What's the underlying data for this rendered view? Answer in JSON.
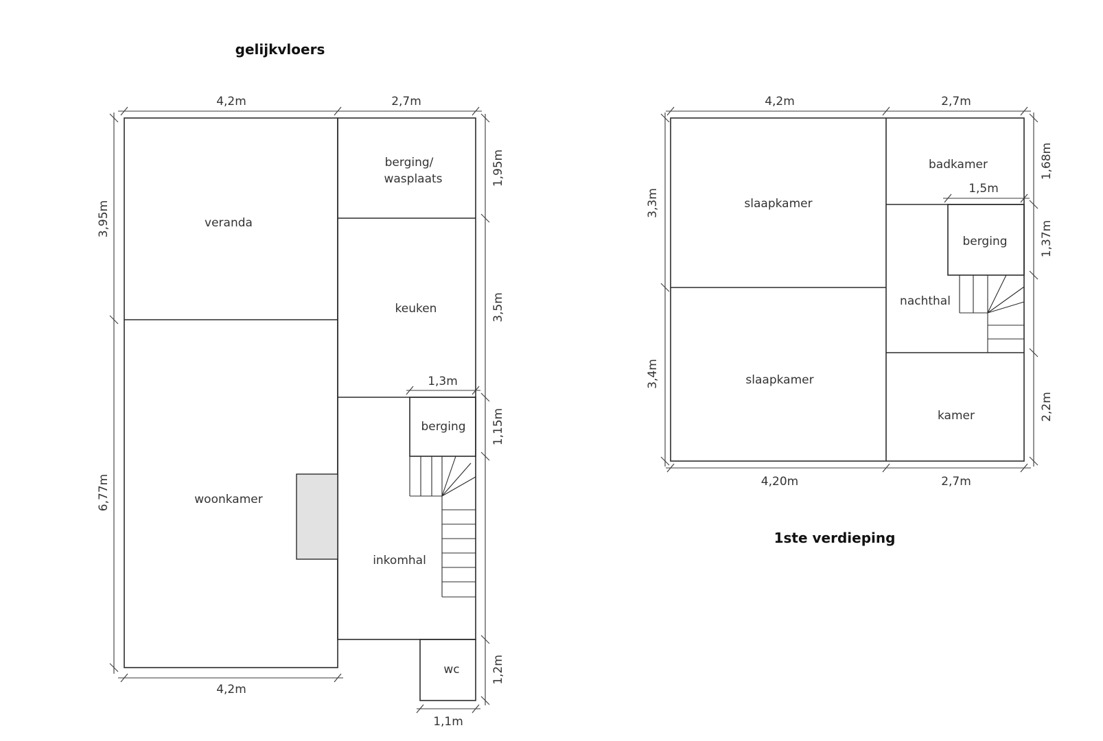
{
  "ground_floor": {
    "title": "gelijkvloers",
    "rooms": {
      "veranda": "veranda",
      "berging_wasplaats_1": "berging/",
      "berging_wasplaats_2": "wasplaats",
      "keuken": "keuken",
      "berging": "berging",
      "woonkamer": "woonkamer",
      "inkomhal": "inkomhal",
      "wc": "wc"
    },
    "dimensions": {
      "top_left": "4,2m",
      "top_right": "2,7m",
      "left_upper": "3,95m",
      "left_lower": "6,77m",
      "right_1": "1,95m",
      "right_2": "3,5m",
      "right_3": "1,15m",
      "right_4": "1,2m",
      "bottom_left": "4,2m",
      "berging_width": "1,3m",
      "wc_width": "1,1m"
    }
  },
  "first_floor": {
    "title": "1ste verdieping",
    "rooms": {
      "slaapkamer_1": "slaapkamer",
      "slaapkamer_2": "slaapkamer",
      "badkamer": "badkamer",
      "berging": "berging",
      "nachthal": "nachthal",
      "kamer": "kamer"
    },
    "dimensions": {
      "top_left": "4,2m",
      "top_right": "2,7m",
      "left_upper": "3,3m",
      "left_lower": "3,4m",
      "right_1": "1,68m",
      "right_2": "1,37m",
      "right_3": "2,2m",
      "berging_width": "1,5m",
      "bottom_left": "4,20m",
      "bottom_right": "2,7m"
    }
  },
  "colors": {
    "wall": "#2b2b2b",
    "fireplace": "#e2e2e2"
  }
}
